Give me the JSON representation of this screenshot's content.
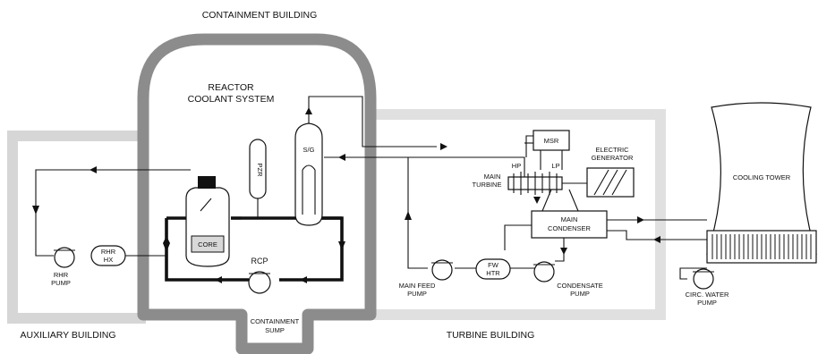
{
  "buildings": {
    "containment": "CONTAINMENT BUILDING",
    "auxiliary": "AUXILIARY BUILDING",
    "turbine": "TURBINE BUILDING"
  },
  "systems": {
    "rcs_line1": "REACTOR",
    "rcs_line2": "COOLANT SYSTEM"
  },
  "components": {
    "sg": "S/G",
    "pzr": "PZR",
    "core": "CORE",
    "rcp": "RCP",
    "sump_line1": "CONTAINMENT",
    "sump_line2": "SUMP",
    "rhr_hx_line1": "RHR",
    "rhr_hx_line2": "HX",
    "rhr_pump_line1": "RHR",
    "rhr_pump_line2": "PUMP",
    "msr": "MSR",
    "hp": "HP",
    "lp": "LP",
    "main_turbine_line1": "MAIN",
    "main_turbine_line2": "TURBINE",
    "generator_line1": "ELECTRIC",
    "generator_line2": "GENERATOR",
    "condenser_line1": "MAIN",
    "condenser_line2": "CONDENSER",
    "fw_htr_line1": "FW",
    "fw_htr_line2": "HTR",
    "main_feed_pump_line1": "MAIN FEED",
    "main_feed_pump_line2": "PUMP",
    "condensate_pump_line1": "CONDENSATE",
    "condensate_pump_line2": "PUMP",
    "cooling_tower": "COOLING TOWER",
    "circ_pump_line1": "CIRC. WATER",
    "circ_pump_line2": "PUMP"
  },
  "colors": {
    "containment_wall": "#8c8c8c",
    "building_wall": "#d6d6d6",
    "line": "#111111"
  }
}
